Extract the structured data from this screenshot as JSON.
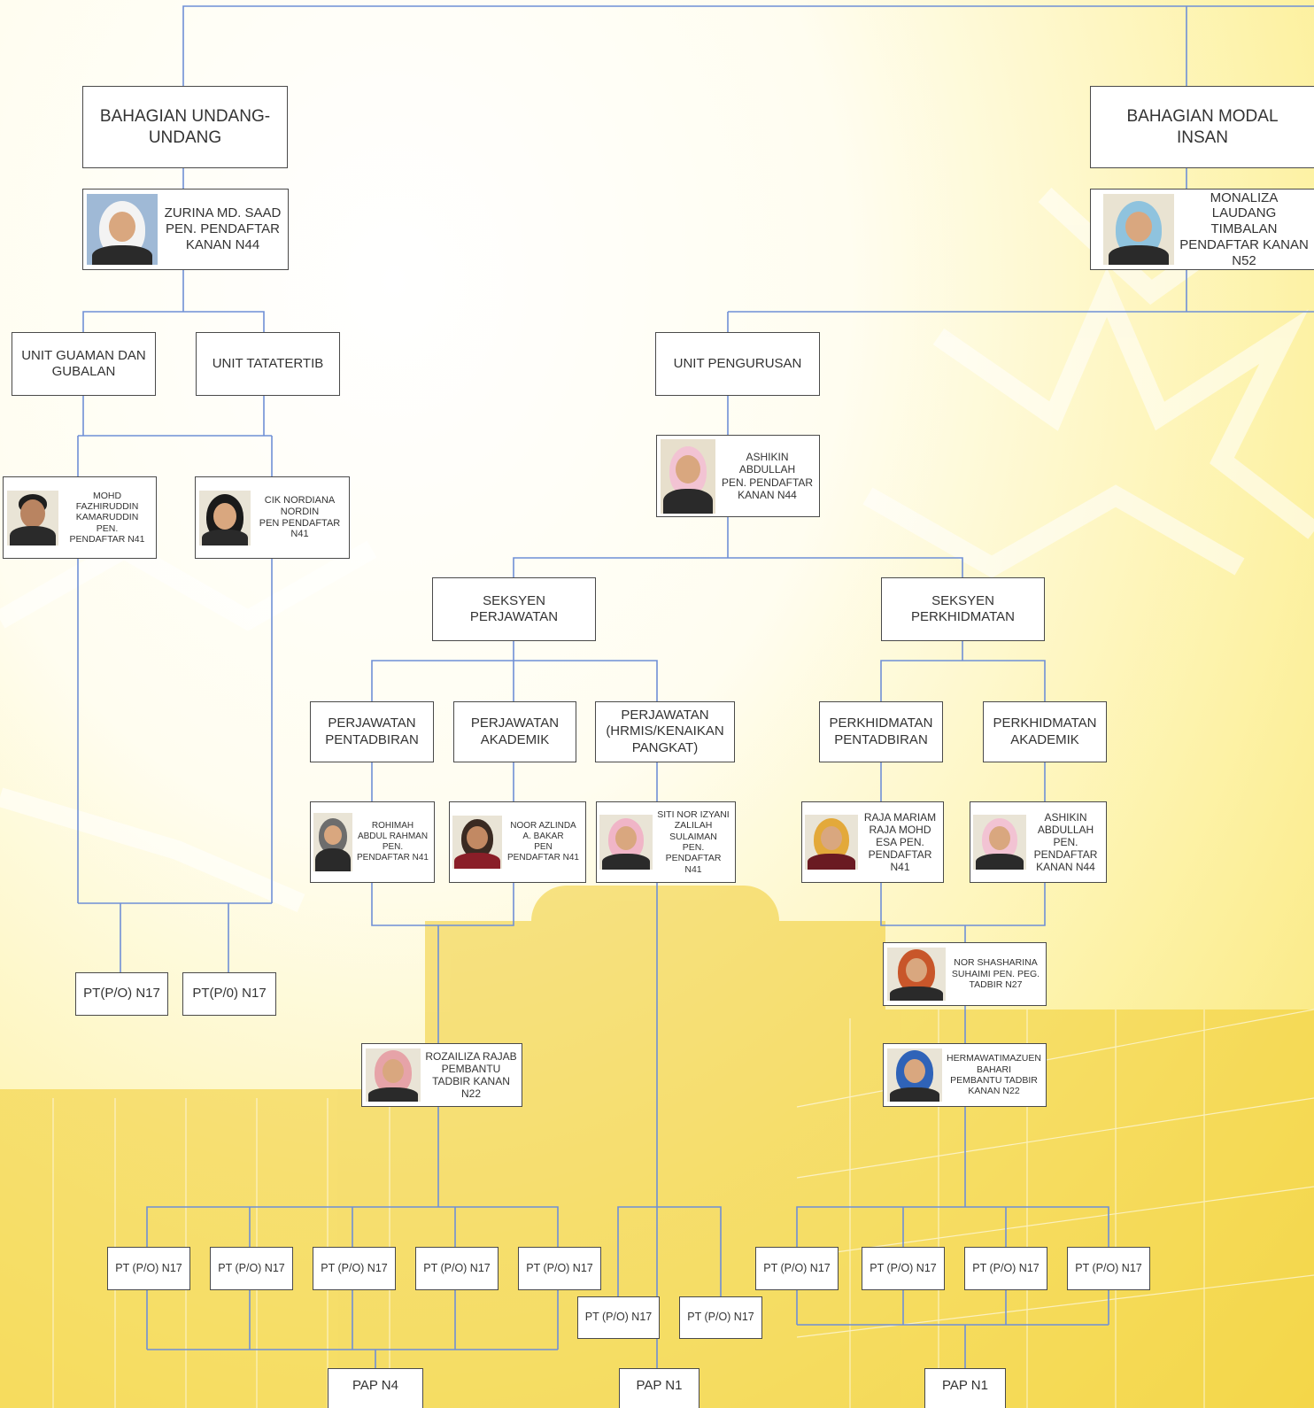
{
  "colors": {
    "line": "#6f8fd6",
    "box_border": "#4a4a4a",
    "background": "#fbe97a"
  },
  "headings": {
    "undang": "BAHAGIAN UNDANG-UNDANG",
    "modal": "BAHAGIAN MODAL INSAN"
  },
  "units": {
    "guaman": "UNIT GUAMAN DAN GUBALAN",
    "tatatertib": "UNIT TATATERTIB",
    "pengurusan": "UNIT PENGURUSAN"
  },
  "sections": {
    "perjawatan": "SEKSYEN PERJAWATAN",
    "perkhidmatan": "SEKSYEN PERKHIDMATAN"
  },
  "subsections": {
    "pj_pentadbiran": "PERJAWATAN PENTADBIRAN",
    "pj_akademik": "PERJAWATAN AKADEMIK",
    "pj_hrmis": "PERJAWATAN (HRMIS/KENAIKAN PANGKAT)",
    "pk_pentadbiran": "PERKHIDMATAN PENTADBIRAN",
    "pk_akademik": "PERKHIDMATAN AKADEMIK"
  },
  "people": {
    "zurina": "ZURINA MD. SAAD\nPEN. PENDAFTAR\nKANAN N44",
    "monaliza": "MONALIZA LAUDANG\nTIMBALAN\nPENDAFTAR KANAN\nN52",
    "fazhiruddin": "MOHD\nFAZHIRUDDIN\nKAMARUDDIN\nPEN.\nPENDAFTAR N41",
    "nordiana": "CIK NORDIANA\nNORDIN\nPEN PENDAFTAR\nN41",
    "ashikin1": "ASHIKIN\nABDULLAH\nPEN. PENDAFTAR\nKANAN N44",
    "rohimah": "ROHIMAH\nABDUL RAHMAN\nPEN.\nPENDAFTAR N41",
    "azlinda": "NOOR AZLINDA\nA. BAKAR\nPEN\nPENDAFTAR N41",
    "izyani": "SITI NOR IZYANI\nZALILAH\nSULAIMAN\nPEN.\nPENDAFTAR\nN41",
    "mariam": "RAJA MARIAM\nRAJA MOHD\nESA PEN.\nPENDAFTAR\nN41",
    "ashikin2": "ASHIKIN\nABDULLAH\nPEN.\nPENDAFTAR\nKANAN N44",
    "shasharina": "NOR SHASHARINA\nSUHAIMI PEN. PEG.\nTADBIR N27",
    "rozailiza": "ROZAILIZA RAJAB\nPEMBANTU\nTADBIR KANAN\nN22",
    "hermawati": "HERMAWATIMAZUEN\nBAHARI\nPEMBANTU TADBIR\nKANAN N22"
  },
  "posts": {
    "pt_left_1": "PT(P/O) N17",
    "pt_left_2": "PT(P/0) N17",
    "pt": "PT (P/O) N17",
    "pap_n4": "PAP N4",
    "pap_n1": "PAP N1"
  }
}
